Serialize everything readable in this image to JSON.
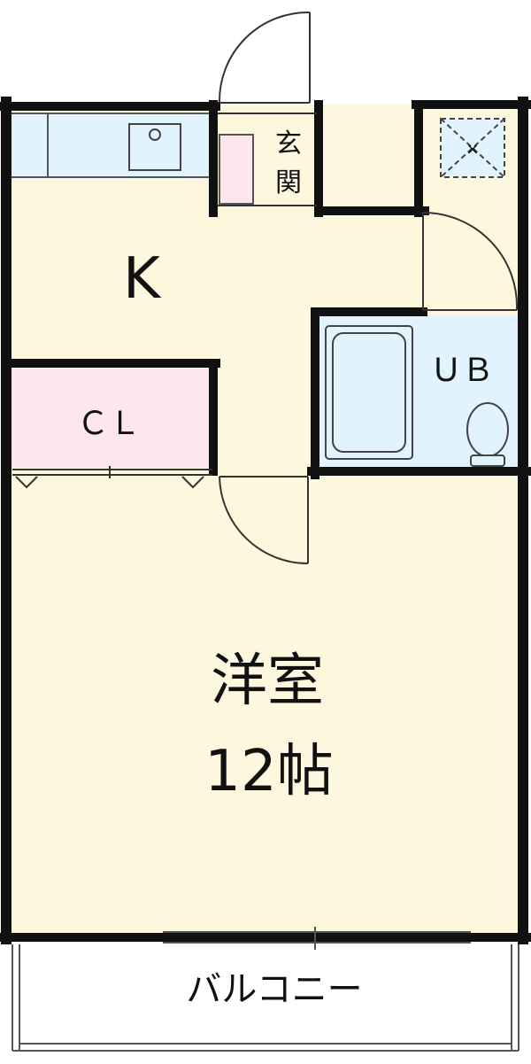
{
  "rooms": {
    "entrance": "玄関",
    "kitchen": "K",
    "closet": "ＣＬ",
    "bath": "ＵＢ",
    "western_room_name": "洋室",
    "western_room_size": "12帖",
    "balcony": "バルコニー"
  },
  "colors": {
    "floor": "#fdf7dd",
    "closet": "#fde6ef",
    "bath": "#e1f3fc",
    "wall": "#111111",
    "line": "#555555"
  }
}
